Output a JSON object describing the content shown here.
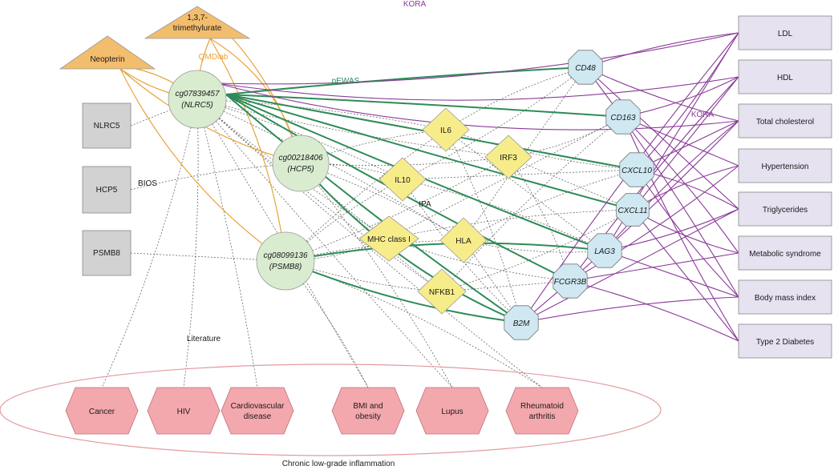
{
  "sources": {
    "kora_top": "KORA",
    "kora_right": "KORA",
    "qmdiab": "QMDiab",
    "pewas": "pEWAS",
    "bios": "BIOS",
    "ipa": "IPA",
    "literature": "Literature",
    "chronic": "Chronic low-grade inflammation"
  },
  "metabolites": {
    "neopterin": "Neopterin",
    "trimethylurate_1": "1,3,7-",
    "trimethylurate_2": "trimethylurate"
  },
  "cpgs": {
    "cg1_id": "cg07839457",
    "cg1_gene": "(NLRC5)",
    "cg2_id": "cg00218406",
    "cg2_gene": "(HCP5)",
    "cg3_id": "cg08099136",
    "cg3_gene": "(PSMB8)"
  },
  "genes": {
    "nlrc5": "NLRC5",
    "hcp5": "HCP5",
    "psmb8": "PSMB8"
  },
  "ipa_nodes": {
    "il6": "IL6",
    "irf3": "IRF3",
    "il10": "IL10",
    "mhc": "MHC class I",
    "hla": "HLA",
    "nfkb1": "NFKB1"
  },
  "proteins": {
    "cd48": "CD48",
    "cd163": "CD163",
    "cxcl10": "CXCL10",
    "cxcl11": "CXCL11",
    "lag3": "LAG3",
    "fcgr3b": "FCGR3B",
    "b2m": "B2M"
  },
  "traits": [
    "LDL",
    "HDL",
    "Total cholesterol",
    "Hypertension",
    "Triglycerides",
    "Metabolic syndrome",
    "Body mass index",
    "Type 2 Diabetes"
  ],
  "diseases": {
    "cancer": [
      "Cancer"
    ],
    "hiv": [
      "HIV"
    ],
    "cvd": [
      "Cardiovascular",
      "disease"
    ],
    "bmi": [
      "BMI and",
      "obesity"
    ],
    "lupus": [
      "Lupus"
    ],
    "ra": [
      "Rheumatoid",
      "arthritis"
    ]
  },
  "colors": {
    "metabolite_fill": "#f3bd6e",
    "cpg_fill": "#d9ecd0",
    "gene_fill": "#d2d2d2",
    "ipa_fill": "#f7ec8a",
    "protein_fill": "#cfe8f2",
    "trait_fill": "#e6e2f0",
    "disease_fill": "#f3a8ad",
    "green_edge": "#2e8b57",
    "purple_edge": "#8a3a98",
    "orange_edge": "#e8a33a",
    "ellipse": "#e39aa0"
  }
}
